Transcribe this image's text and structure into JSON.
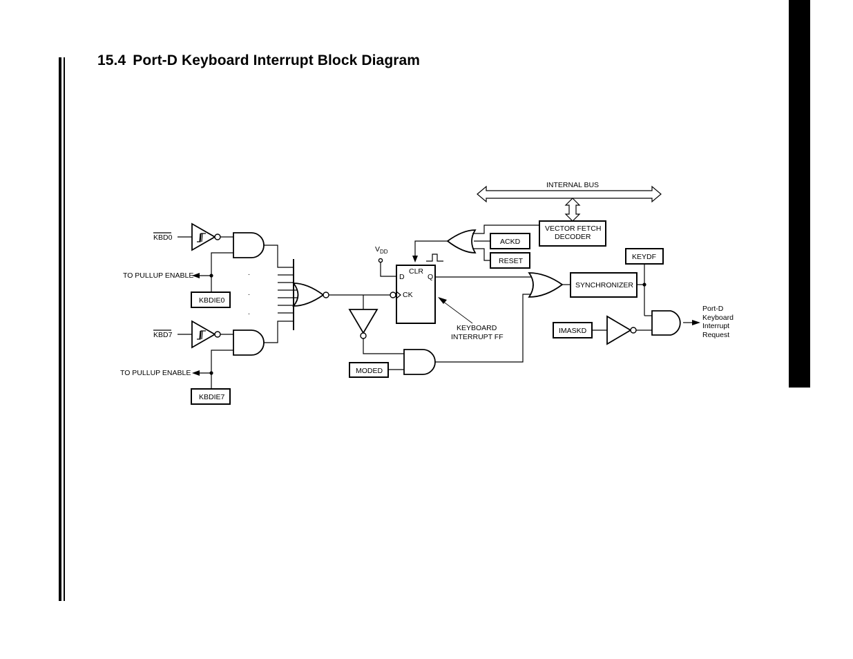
{
  "page": {
    "section_number": "15.4",
    "section_title": "Port-D Keyboard Interrupt Block Diagram"
  },
  "diagram": {
    "inputs": {
      "kbd0": "KBD0",
      "kbd7": "KBD7"
    },
    "pullup_label_0": "TO PULLUP ENABLE",
    "pullup_label_7": "TO PULLUP ENABLE",
    "registers": {
      "kbdie0": "KBDIE0",
      "kbdie7": "KBDIE7",
      "moded": "MODED",
      "ackd": "ACKD",
      "reset": "RESET",
      "keydf": "KEYDF",
      "imaskd": "IMASKD"
    },
    "blocks": {
      "vector_fetch_line1": "VECTOR FETCH",
      "vector_fetch_line2": "DECODER",
      "synchronizer": "SYNCHRONIZER"
    },
    "bus_label": "INTERNAL BUS",
    "vdd": {
      "main": "V",
      "sub": "DD"
    },
    "flipflop": {
      "d": "D",
      "q": "Q",
      "ck": "CK",
      "clr": "CLR",
      "label_line1": "KEYBOARD",
      "label_line2": "INTERRUPT FF"
    },
    "output": {
      "line1": "Port-D",
      "line2": "Keyboard",
      "line3": "Interrupt",
      "line4": "Request"
    },
    "ellipsis_dots": [
      ".",
      ".",
      "."
    ]
  }
}
